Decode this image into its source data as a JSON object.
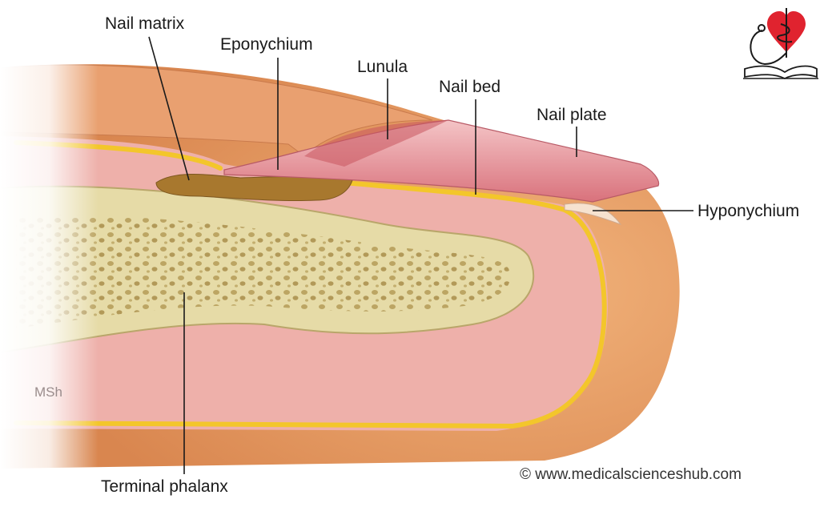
{
  "labels": {
    "nail_matrix": "Nail matrix",
    "eponychium": "Eponychium",
    "lunula": "Lunula",
    "nail_bed": "Nail bed",
    "nail_plate": "Nail plate",
    "hyponychium": "Hyponychium",
    "terminal_phalanx": "Terminal phalanx"
  },
  "artist_signature": "MSh",
  "copyright": "© www.medicalscienceshub.com",
  "colors": {
    "skin": "#e8a06a",
    "dermis": "#ecaaa6",
    "fat_layer": "#f3c62b",
    "bone": "#e6dba7",
    "nail_plate": "#e79aa0",
    "matrix": "#a8782e",
    "logo_heart": "#e0232f"
  }
}
